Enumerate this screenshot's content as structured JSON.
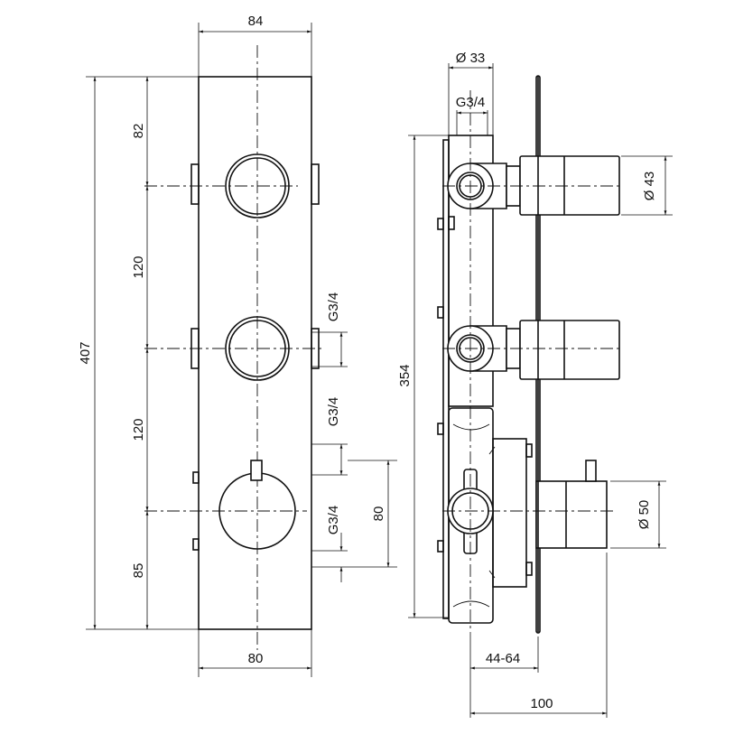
{
  "drawing": {
    "front_view": {
      "width_top": "84",
      "width_bottom": "80",
      "total_height": "407",
      "segments": [
        "82",
        "120",
        "120",
        "85"
      ],
      "threads": [
        "G3/4",
        "G3/4",
        "G3/4"
      ],
      "outlet_spacing": "80"
    },
    "side_view": {
      "diameter_inlet": "Ø 33",
      "thread_top": "G3/4",
      "body_height": "354",
      "handle_diameter": "Ø 43",
      "knob_diameter": "Ø 50",
      "depth_range": "44-64",
      "depth_total": "100"
    }
  }
}
